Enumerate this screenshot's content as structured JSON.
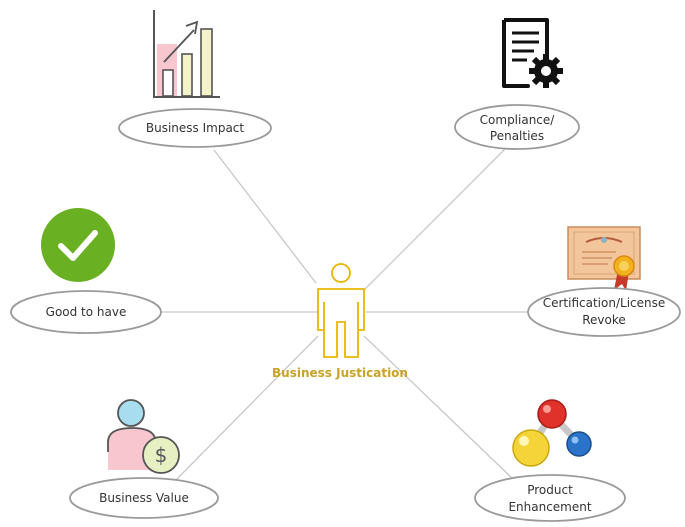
{
  "diagram": {
    "center": {
      "label": "Business Justication"
    },
    "nodes": [
      {
        "id": "business-impact",
        "lines": [
          "Business Impact"
        ],
        "icon": "bar-chart-growth-icon"
      },
      {
        "id": "compliance-penalties",
        "lines": [
          "Compliance/",
          "Penalties"
        ],
        "icon": "document-gear-icon"
      },
      {
        "id": "good-to-have",
        "lines": [
          "Good to have"
        ],
        "icon": "check-circle-icon"
      },
      {
        "id": "certification-license-revoke",
        "lines": [
          "Certification/License",
          "Revoke"
        ],
        "icon": "certificate-icon"
      },
      {
        "id": "business-value",
        "lines": [
          "Business Value"
        ],
        "icon": "person-dollar-icon"
      },
      {
        "id": "product-enhancement",
        "lines": [
          "Product",
          "Enhancement"
        ],
        "icon": "molecule-icon"
      }
    ]
  },
  "colors": {
    "accent": "#e8b600",
    "center_label": "#c9a227",
    "connector": "#c8c8c8",
    "ellipse_stroke": "#9a9a9a",
    "check_green": "#6ab023",
    "chart_pink": "#f7c6cf",
    "chart_cream": "#f3f2c8"
  }
}
